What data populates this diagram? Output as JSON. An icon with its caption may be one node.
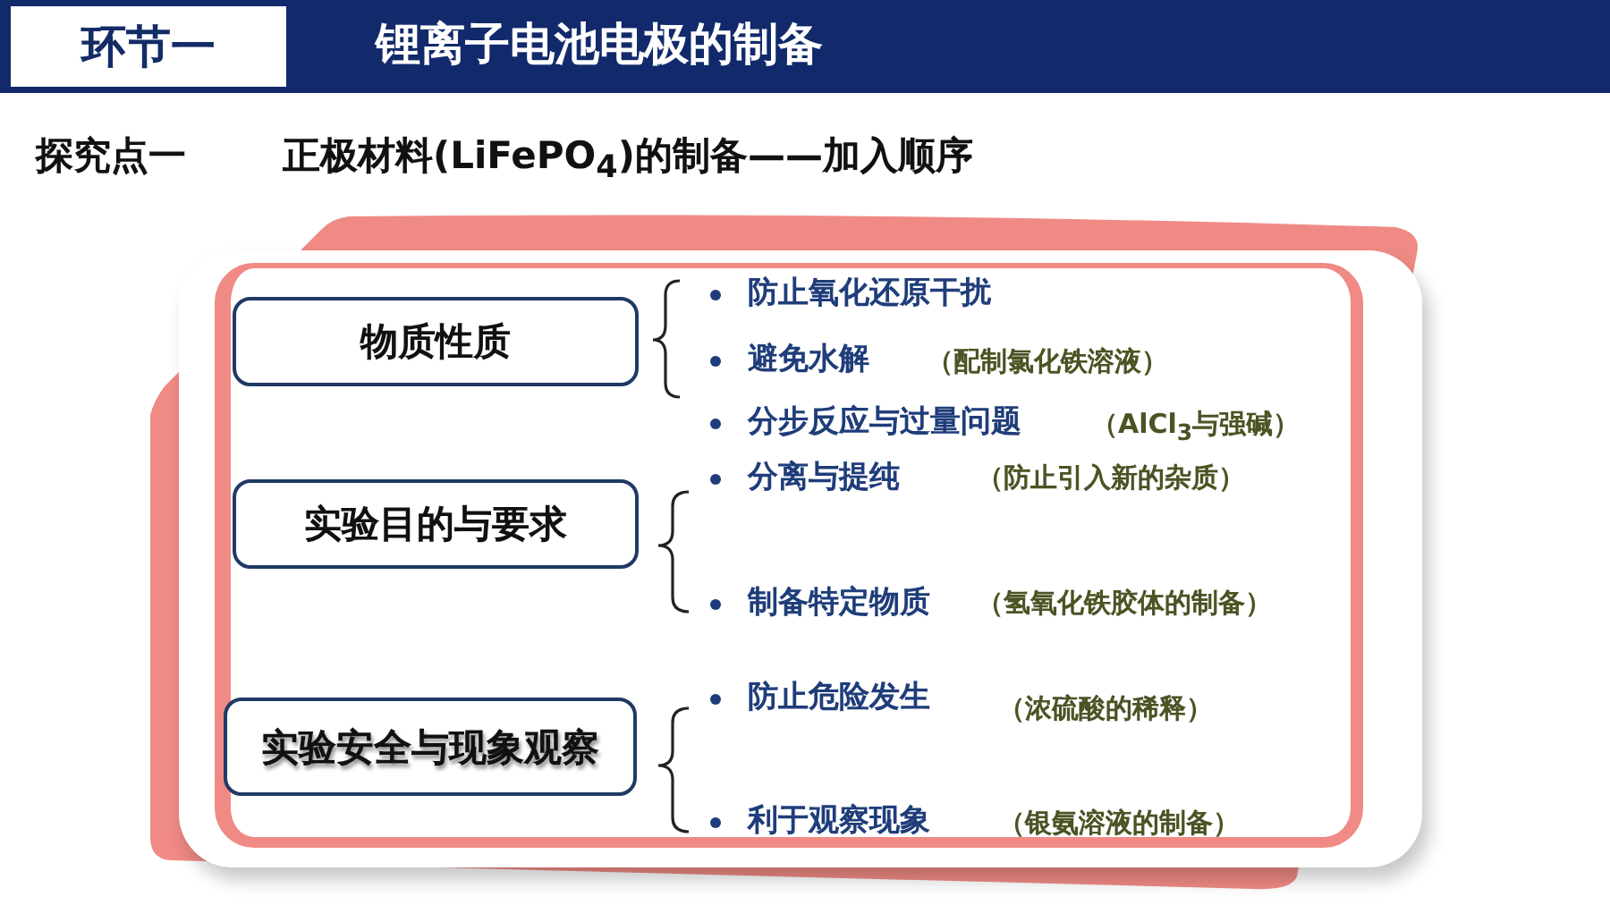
{
  "diagram": {
    "nodes": [
      {
        "text": [
          "锂离子电池电极的制备"
        ]
      },
      {
        "text": [
          "环节一"
        ],
        "in": 0
      },
      {
        "text": [
          "物质性质"
        ]
      },
      {
        "text": [
          "实验目的与要求"
        ]
      },
      {
        "text": [
          "实验安全与现象观察"
        ]
      }
    ],
    "labels": [
      "探究点一",
      "正极材料(LiFePO$_{4}$)的制备——加入顺序",
      "防止氧化还原干扰",
      "避免水解",
      "（配制氯化铁溶液）",
      "分步反应与过量问题",
      "（AlCl$_{3}$与强碱）",
      "分离与提纯",
      "（防止引入新的杂质）",
      "制备特定物质",
      "（氢氧化铁胶体的制备）",
      "防止危险发生",
      "（浓硫酸的稀释）",
      "利于观察现象",
      "（银氨溶液的制备）"
    ]
  }
}
